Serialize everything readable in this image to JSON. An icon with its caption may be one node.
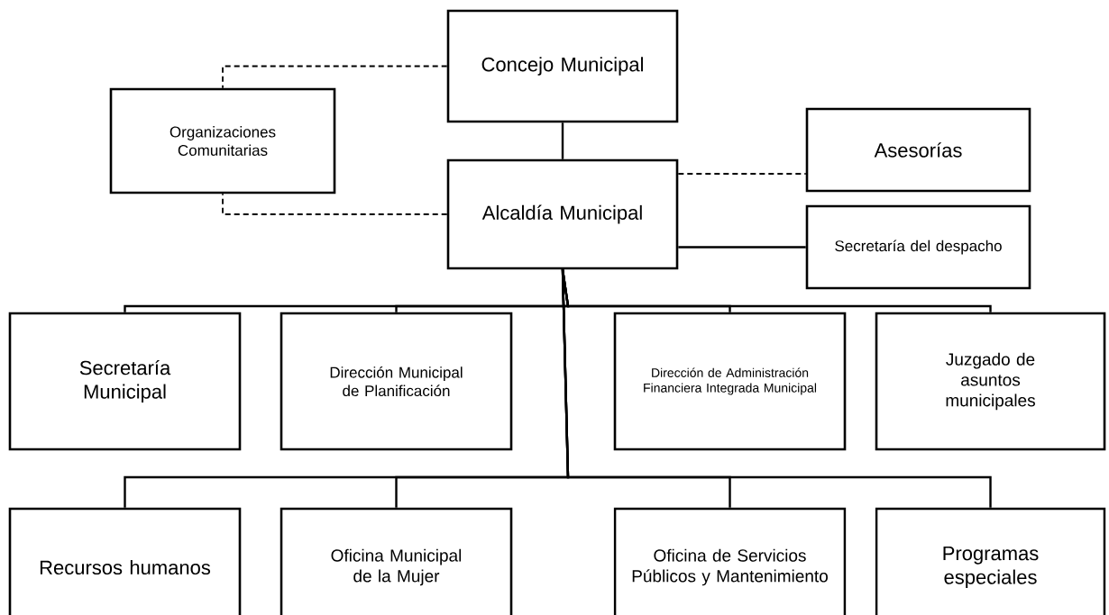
{
  "diagram": {
    "nodes": [
      {
        "text": [
          "Concejo Municipal"
        ]
      },
      {
        "text": [
          "Organizaciones Comunitarias"
        ]
      },
      {
        "text": [
          "Asesorías"
        ]
      },
      {
        "text": [
          "Alcaldía Municipal"
        ]
      },
      {
        "text": [
          "Secretaría del despacho"
        ]
      },
      {
        "text": [
          "Secretaría Municipal"
        ]
      },
      {
        "text": [
          "Dirección Municipal de Planificación"
        ]
      },
      {
        "text": [
          "Dirección de Administración Financiera Integrada Municipal"
        ]
      },
      {
        "text": [
          "Juzgado de asuntos municipales"
        ]
      },
      {
        "text": [
          "Recursos humanos"
        ]
      },
      {
        "text": [
          "Oficina Municipal de la Mujer"
        ]
      },
      {
        "text": [
          "Oficina de Servicios Públicos y Mantenimiento"
        ]
      },
      {
        "text": [
          "Programas especiales"
        ]
      }
    ],
    "edges": [
      {
        "from": 0,
        "to": 1,
        "arrow": "none",
        "style": "dashed"
      },
      {
        "from": 3,
        "to": 1,
        "arrow": "none",
        "style": "dashed"
      },
      {
        "from": 0,
        "to": 3,
        "arrow": "none"
      },
      {
        "from": 3,
        "to": 2,
        "arrow": "none",
        "style": "dashed"
      },
      {
        "from": 3,
        "to": 4,
        "arrow": "none"
      },
      {
        "from": 3,
        "to": 5,
        "arrow": "none"
      },
      {
        "from": 3,
        "to": 6,
        "arrow": "none"
      },
      {
        "from": 3,
        "to": 7,
        "arrow": "none"
      },
      {
        "from": 3,
        "to": 8,
        "arrow": "none"
      },
      {
        "from": 3,
        "to": 9,
        "arrow": "none"
      },
      {
        "from": 3,
        "to": 10,
        "arrow": "none"
      },
      {
        "from": 3,
        "to": 11,
        "arrow": "none"
      },
      {
        "from": 3,
        "to": 12,
        "arrow": "none"
      }
    ]
  }
}
